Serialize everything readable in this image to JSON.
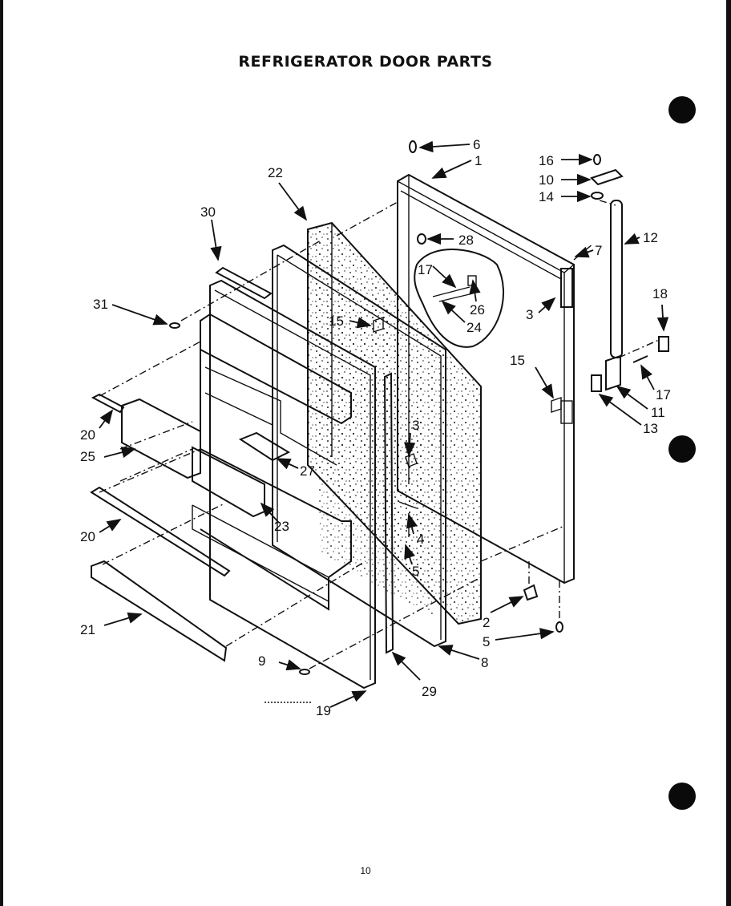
{
  "title": "REFRIGERATOR DOOR PARTS",
  "page_number": "10",
  "labels": {
    "l1": "1",
    "l2": "2",
    "l3a": "3",
    "l3b": "3",
    "l4": "4",
    "l5a": "5",
    "l5b": "5",
    "l6": "6",
    "l7": "7",
    "l8": "8",
    "l9": "9",
    "l10": "10",
    "l11": "11",
    "l12": "12",
    "l13": "13",
    "l14": "14",
    "l15a": "15",
    "l15b": "15",
    "l16": "16",
    "l17a": "17",
    "l17b": "17",
    "l18": "18",
    "l19": "19",
    "l20a": "20",
    "l20b": "20",
    "l21": "21",
    "l22": "22",
    "l23": "23",
    "l24": "24",
    "l25": "25",
    "l26": "26",
    "l27": "27",
    "l28": "28",
    "l29": "29",
    "l30": "30",
    "l31": "31"
  }
}
